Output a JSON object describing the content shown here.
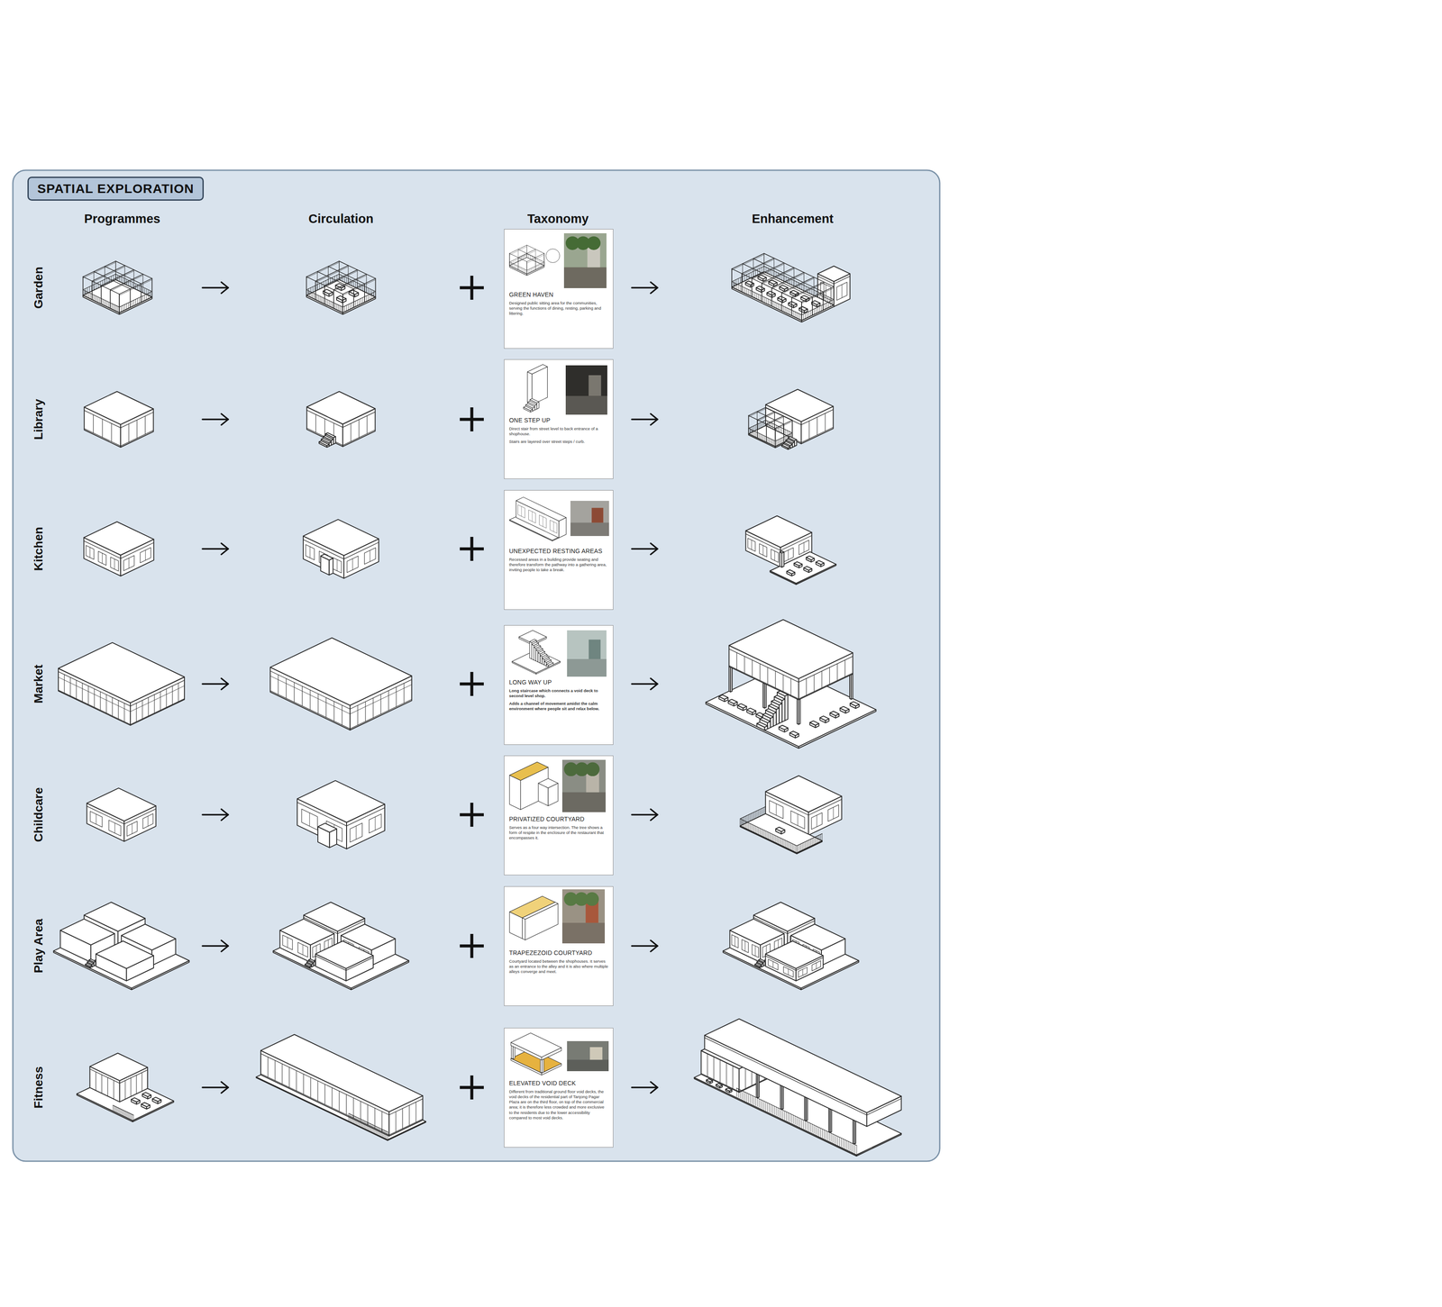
{
  "diagram": {
    "title": "SPATIAL EXPLORATION",
    "nodes": [
      {
        "text": [
          "GREEN HAVEN",
          "Designed public sitting area for the communities, serving the functions of dining, resting, parking and littering."
        ]
      },
      {
        "text": [
          "ONE STEP UP",
          "Direct stair from street level to back entrance of a shophouse.",
          "Stairs are layered over street steps / curb."
        ]
      },
      {
        "text": [
          "UNEXPECTED RESTING AREAS",
          "Recessed areas in a building provide seating and therefore transform the pathway into a gathering area, inviting people to take a break."
        ]
      },
      {
        "text": [
          "LONG WAY UP",
          "Long staircase which connects a void deck to second level shop.",
          "Adds a channel of movement amidst the calm environment where people sit and relax below."
        ]
      },
      {
        "text": [
          "PRIVATIZED COURTYARD",
          "Serves as a four way intersection. The tree shows a form of respite in the enclosure of the restaurant that encompasses it."
        ]
      },
      {
        "text": [
          "TRAPEZEZOID COURTYARD",
          "Courtyard located between the shophouses. It serves as an entrance to the alley and it is also where multiple alleys converge and meet."
        ]
      },
      {
        "text": [
          "ELEVATED VOID DECK",
          "Different from traditional ground floor void decks, the void decks of the residential part of Tanjong Pagar Plaza are on the third floor, on top of the commercial area; it is therefore less crowded and more exclusive to the residents due to the lower accessibility compared to most void decks."
        ]
      }
    ],
    "labels": [
      "Programmes",
      "Circulation",
      "Taxonomy",
      "Enhancement",
      "Garden",
      "Library",
      "Kitchen",
      "Market",
      "Childcare",
      "Play Area",
      "Fitness"
    ]
  }
}
